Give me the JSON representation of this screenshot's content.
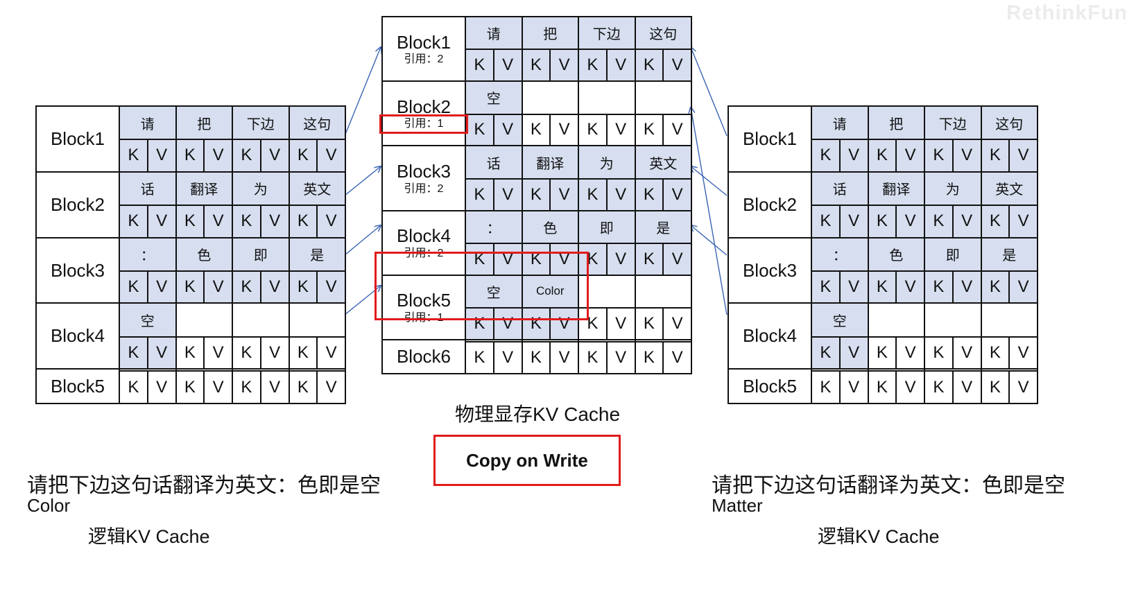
{
  "watermark": "RethinkFun",
  "left": {
    "prompt": "请把下边这句话翻译为英文：色即是空",
    "output": "Color",
    "title": "逻辑KV Cache",
    "blocks": [
      {
        "name": "Block1",
        "tokens": [
          "请",
          "把",
          "下边",
          "这句"
        ],
        "filled": 4
      },
      {
        "name": "Block2",
        "tokens": [
          "话",
          "翻译",
          "为",
          "英文"
        ],
        "filled": 4
      },
      {
        "name": "Block3",
        "tokens": [
          "：",
          "色",
          "即",
          "是"
        ],
        "filled": 4
      },
      {
        "name": "Block4",
        "tokens": [
          "空",
          "",
          "",
          ""
        ],
        "filled": 1
      },
      {
        "name": "Block5",
        "tokens": [
          "",
          "",
          "",
          ""
        ],
        "filled": 0
      }
    ]
  },
  "middle": {
    "title": "物理显存KV Cache",
    "ref_label": "引用：",
    "blocks": [
      {
        "name": "Block1",
        "ref": "2",
        "tokens": [
          "请",
          "把",
          "下边",
          "这句"
        ],
        "filled": 4
      },
      {
        "name": "Block2",
        "ref": "1",
        "tokens": [
          "空",
          "",
          "",
          ""
        ],
        "filled": 1
      },
      {
        "name": "Block3",
        "ref": "2",
        "tokens": [
          "话",
          "翻译",
          "为",
          "英文"
        ],
        "filled": 4
      },
      {
        "name": "Block4",
        "ref": "2",
        "tokens": [
          "：",
          "色",
          "即",
          "是"
        ],
        "filled": 4
      },
      {
        "name": "Block5",
        "ref": "1",
        "tokens": [
          "空",
          "Color",
          "",
          ""
        ],
        "filled": 2
      },
      {
        "name": "Block6",
        "ref": "",
        "tokens": [
          "",
          "",
          "",
          ""
        ],
        "filled": 0
      }
    ]
  },
  "right": {
    "prompt": "请把下边这句话翻译为英文：色即是空",
    "output": "Matter",
    "title": "逻辑KV Cache",
    "blocks": [
      {
        "name": "Block1",
        "tokens": [
          "请",
          "把",
          "下边",
          "这句"
        ],
        "filled": 4
      },
      {
        "name": "Block2",
        "tokens": [
          "话",
          "翻译",
          "为",
          "英文"
        ],
        "filled": 4
      },
      {
        "name": "Block3",
        "tokens": [
          "：",
          "色",
          "即",
          "是"
        ],
        "filled": 4
      },
      {
        "name": "Block4",
        "tokens": [
          "空",
          "",
          "",
          ""
        ],
        "filled": 1
      },
      {
        "name": "Block5",
        "tokens": [
          "",
          "",
          "",
          ""
        ],
        "filled": 0
      }
    ]
  },
  "kv_labels": [
    "K",
    "V"
  ],
  "copy_on_write": "Copy on Write",
  "colors": {
    "filled": "#d6deef",
    "arrow": "#3a63b4",
    "highlight": "#e01b1b"
  }
}
